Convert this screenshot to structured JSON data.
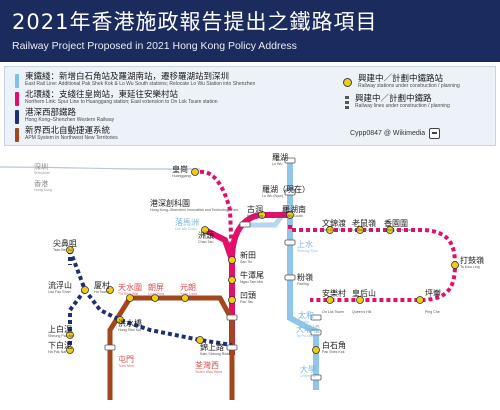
{
  "header": {
    "title_zh": "2021年香港施政報告提出之鐵路項目",
    "title_en": "Railway Project Proposed in 2021 Hong Kong Policy Address"
  },
  "legend": {
    "items": [
      {
        "zh": "東鐵綫：新增白石角站及羅湖南站，遷移羅湖站到深圳",
        "en": "East Rail Line: Additional Pak Shek Kok & Lo Wu South stations; Relocate Lo Wu Station into Shenzhen",
        "color": "#7fbfe8",
        "kind": "bar"
      },
      {
        "zh": "北環綫：支綫往皇崗站，東延往安樂村站",
        "en": "Northern Link: Spur Line to Huanggang station; East extension to On Lok Tsuen station",
        "color": "#e0106b",
        "kind": "bar"
      },
      {
        "zh": "港深西部鐵路",
        "en": "Hong Kong–Shenzhen Western Railway",
        "color": "#1f2f73",
        "kind": "bar"
      },
      {
        "zh": "新界西北自動捷運系統",
        "en": "APM System in Northwest New Territories",
        "color": "#a1461d",
        "kind": "bar"
      },
      {
        "zh": "興建中／計劃中鐵路站",
        "en": "Railway stations under construction / planning",
        "color": "#f0cc13",
        "kind": "dot"
      },
      {
        "zh": "興建中／計劃中鐵路",
        "en": "Railway lines under construction / planning",
        "color": "#555555",
        "kind": "dash"
      }
    ],
    "credit": "Cypp0847 @ Wikimedia"
  },
  "map": {
    "border": [
      {
        "zh": "深圳",
        "en": "Shenzhen"
      },
      {
        "zh": "香港",
        "en": "Hong Kong"
      }
    ],
    "stations": [
      {
        "id": "huanggang",
        "zh": "皇崗",
        "en": "Huanggang"
      },
      {
        "id": "lowu",
        "zh": "羅湖",
        "en": "Lo Wu"
      },
      {
        "id": "lowu_now",
        "zh": "羅湖（現在）",
        "en": "Lo Wu (Now)"
      },
      {
        "id": "hsitp",
        "zh": "港深創科園",
        "en": "Hong Kong–Shenzhen Innovation and Technology Park"
      },
      {
        "id": "lmc",
        "zh": "落馬洲",
        "en": "Lok Ma Chau"
      },
      {
        "id": "kwutung",
        "zh": "古洞",
        "en": "Kwu Tung"
      },
      {
        "id": "lowusouth",
        "zh": "羅湖南",
        "en": "Lo Wu South"
      },
      {
        "id": "mankamto",
        "zh": "文錦渡",
        "en": "Man Kam To"
      },
      {
        "id": "loshuiling",
        "zh": "老鼠嶺",
        "en": "Lo Shue Ling"
      },
      {
        "id": "heungyuenwai",
        "zh": "香園圍",
        "en": "Heung Yuen Wai"
      },
      {
        "id": "chautau",
        "zh": "洲頭",
        "en": "Chau Tau"
      },
      {
        "id": "sheungshui",
        "zh": "上水",
        "en": "Sheung Shui"
      },
      {
        "id": "takwuling",
        "zh": "打鼓嶺",
        "en": "Ta Kwu Ling"
      },
      {
        "id": "santin",
        "zh": "新田",
        "en": "San Tin"
      },
      {
        "id": "fanling",
        "zh": "粉嶺",
        "en": "Fanling"
      },
      {
        "id": "ngautammei",
        "zh": "牛潭尾",
        "en": "Ngau Tam Mei"
      },
      {
        "id": "onloktsuen",
        "zh": "安樂村",
        "en": "On Lok Tsuen"
      },
      {
        "id": "queenshill",
        "zh": "皇后山",
        "en": "Queen's Hill"
      },
      {
        "id": "pingche",
        "zh": "坪輋",
        "en": "Ping Che"
      },
      {
        "id": "pautau",
        "zh": "凹頭",
        "en": "Pau Tau"
      },
      {
        "id": "taiwo",
        "zh": "太和",
        "en": "Tai Wo"
      },
      {
        "id": "taipomarket",
        "zh": "大埔墟",
        "en": "Tai Po Market"
      },
      {
        "id": "paksheklok",
        "zh": "白石角",
        "en": "Pak Shek Kok"
      },
      {
        "id": "university",
        "zh": "大學",
        "en": "University"
      },
      {
        "id": "tinshuiwai",
        "zh": "天水圍",
        "en": "Tin Shui Wai"
      },
      {
        "id": "longping",
        "zh": "朗屏",
        "en": "Long Ping"
      },
      {
        "id": "yuenlong",
        "zh": "元朗",
        "en": "Yuen Long"
      },
      {
        "id": "hungshuikiu",
        "zh": "洪水橋",
        "en": "Hung Shui Kiu"
      },
      {
        "id": "kamsheungroad",
        "zh": "錦上路",
        "en": "Kam Sheung Road"
      },
      {
        "id": "tuenmun",
        "zh": "屯門",
        "en": "Tuen Mun"
      },
      {
        "id": "tsuenwanwest",
        "zh": "荃灣西",
        "en": "Tsuen Wan West"
      },
      {
        "id": "tsimbeitsui",
        "zh": "尖鼻咀",
        "en": "Tsim Bei Tsui"
      },
      {
        "id": "lautaushan",
        "zh": "流浮山",
        "en": "Lau Fau Shan"
      },
      {
        "id": "hatsuen",
        "zh": "厦村",
        "en": "Ha Tsuen"
      },
      {
        "id": "sheungpakni",
        "zh": "上白泥",
        "en": "Sheung Pak Nai"
      },
      {
        "id": "hapakni",
        "zh": "下白泥",
        "en": "Ha Pak Nai"
      }
    ]
  }
}
